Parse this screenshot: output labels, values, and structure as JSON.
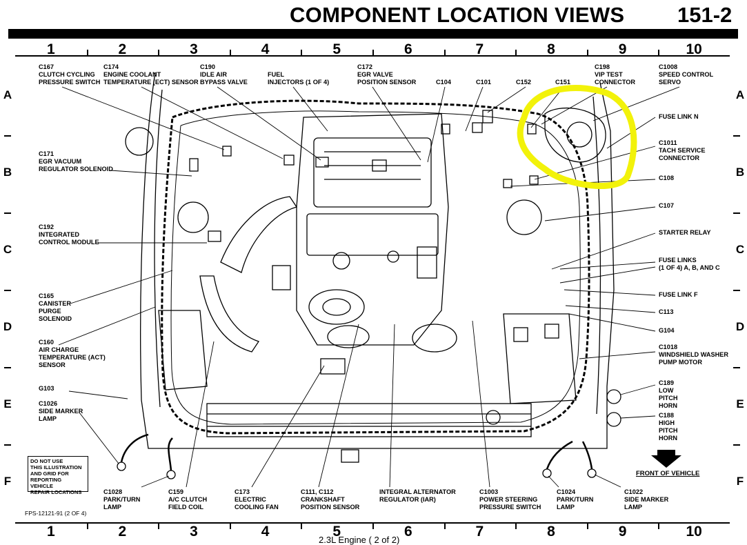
{
  "header": {
    "title": "COMPONENT LOCATION VIEWS",
    "page_number": "151-2"
  },
  "grid": {
    "columns": [
      "1",
      "2",
      "3",
      "4",
      "5",
      "6",
      "7",
      "8",
      "9",
      "10"
    ],
    "rows": [
      "A",
      "B",
      "C",
      "D",
      "E",
      "F"
    ]
  },
  "callouts": {
    "c167": "C167\nCLUTCH CYCLING\nPRESSURE SWITCH",
    "c174": "C174\nENGINE COOLANT\nTEMPERATURE (ECT) SENSOR",
    "c190": "C190\nIDLE AIR\nBYPASS VALVE",
    "fuel": "FUEL\nINJECTORS (1 OF 4)",
    "c172": "C172\nEGR VALVE\nPOSITION SENSOR",
    "c104": "C104",
    "c101": "C101",
    "c152": "C152",
    "c151": "C151",
    "c198": "C198\nVIP TEST\nCONNECTOR",
    "c1008": "C1008\nSPEED CONTROL\nSERVO",
    "fuse_link_n": "FUSE LINK N",
    "c1011": "C1011\nTACH SERVICE\nCONNECTOR",
    "c108": "C108",
    "c107": "C107",
    "starter_relay": "STARTER RELAY",
    "fuse_links": "FUSE LINKS\n(1 OF 4) A, B, AND C",
    "fuse_link_f": "FUSE LINK F",
    "c113": "C113",
    "g104": "G104",
    "c1018": "C1018\nWINDSHIELD WASHER\nPUMP MOTOR",
    "c189": "C189\nLOW\nPITCH\nHORN",
    "c188": "C188\nHIGH\nPITCH\nHORN",
    "c171": "C171\nEGR VACUUM\nREGULATOR SOLENOID",
    "c192": "C192\nINTEGRATED\nCONTROL MODULE",
    "c165": "C165\nCANISTER\nPURGE\nSOLENOID",
    "c160": "C160\nAIR CHARGE\nTEMPERATURE (ACT)\nSENSOR",
    "g103": "G103",
    "c1026": "C1026\nSIDE MARKER\nLAMP",
    "c1028": "C1028\nPARK/TURN\nLAMP",
    "c159": "C159\nA/C CLUTCH\nFIELD COIL",
    "c173": "C173\nELECTRIC\nCOOLING FAN",
    "c111": "C111, C112\nCRANKSHAFT\nPOSITION SENSOR",
    "iar": "INTEGRAL ALTERNATOR\nREGULATOR (IAR)",
    "c1003": "C1003\nPOWER STEERING\nPRESSURE SWITCH",
    "c1024": "C1024\nPARK/TURN\nLAMP",
    "c1022": "C1022\nSIDE MARKER\nLAMP"
  },
  "notice": "DO NOT USE\nTHIS ILLUSTRATION\nAND GRID FOR\nREPORTING VEHICLE\nREPAIR LOCATIONS",
  "front_of_vehicle": "FRONT OF VEHICLE",
  "figure_code": "FPS-12121-91 (2 OF 4)",
  "caption": "2.3L Engine ( 2 of 2)",
  "colors": {
    "highlight": "#f2f20a",
    "ink": "#000000"
  }
}
